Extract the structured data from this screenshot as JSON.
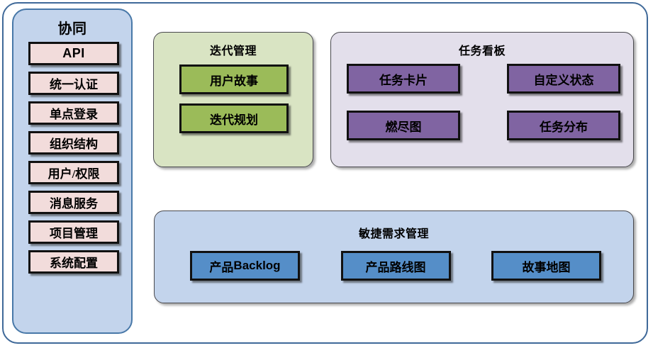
{
  "diagram": {
    "sidebar": {
      "title": "协同",
      "items": [
        {
          "label": "API",
          "style": "latin"
        },
        {
          "label": "统一认证",
          "style": "cjk"
        },
        {
          "label": "单点登录",
          "style": "cjk"
        },
        {
          "label": "组织结构",
          "style": "cjk"
        },
        {
          "label": "用户/权限",
          "style": "cjk"
        },
        {
          "label": "消息服务",
          "style": "cjk"
        },
        {
          "label": "项目管理",
          "style": "cjk"
        },
        {
          "label": "系统配置",
          "style": "cjk"
        }
      ]
    },
    "iteration": {
      "title": "迭代管理",
      "items": [
        {
          "label": "用户故事"
        },
        {
          "label": "迭代规划"
        }
      ]
    },
    "taskboard": {
      "title": "任务看板",
      "items": [
        {
          "label": "任务卡片"
        },
        {
          "label": "自定义状态"
        },
        {
          "label": "燃尽图"
        },
        {
          "label": "任务分布"
        }
      ]
    },
    "agile": {
      "title": "敏捷需求管理",
      "items": [
        {
          "label_cjk": "产品",
          "label_latin": "Backlog"
        },
        {
          "label_cjk": "产品路线图",
          "label_latin": ""
        },
        {
          "label_cjk": "故事地图",
          "label_latin": ""
        }
      ]
    },
    "colors": {
      "outer_border": "#3f6999",
      "sidebar_bg": "#c3d4ec",
      "sidebar_border": "#4878a8",
      "chip_pink": "#f2dcdb",
      "iteration_bg": "#d9e4c3",
      "chip_green": "#9bbb59",
      "taskboard_bg": "#e3dfeb",
      "chip_purple": "#8064a2",
      "agile_bg": "#c3d4ec",
      "chip_blue": "#558ec8",
      "chip_border": "#111111",
      "panel_border": "#49494e"
    }
  }
}
